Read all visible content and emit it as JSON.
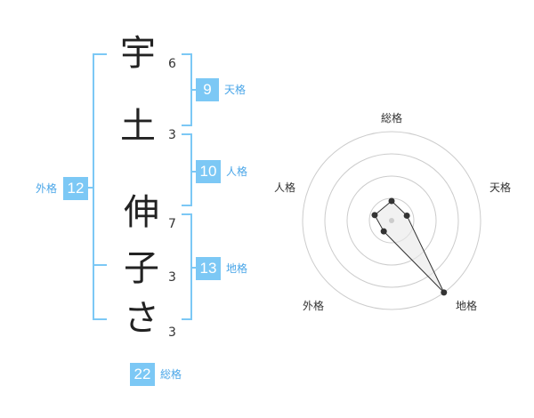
{
  "name": {
    "chars": [
      {
        "char": "宇",
        "strokes": "6"
      },
      {
        "char": "土",
        "strokes": "3"
      },
      {
        "char": "伸",
        "strokes": "7"
      },
      {
        "char": "子",
        "strokes": "3"
      },
      {
        "char": "さ",
        "strokes": "3"
      }
    ]
  },
  "kakusu": {
    "tenkaku": {
      "value": "9",
      "label": "天格"
    },
    "jinkaku": {
      "value": "10",
      "label": "人格"
    },
    "chikaku": {
      "value": "13",
      "label": "地格"
    },
    "gaikaku": {
      "value": "12",
      "label": "外格"
    },
    "soukaku": {
      "value": "22",
      "label": "総格"
    }
  },
  "chart_data": {
    "type": "radar",
    "axes": [
      "総格",
      "天格",
      "地格",
      "外格",
      "人格"
    ],
    "values": [
      0.22,
      0.18,
      1.0,
      0.15,
      0.2
    ],
    "rings": 4,
    "colors": {
      "accent": "#7cc8f5",
      "line": "#333333",
      "ring": "#cccccc",
      "fill": "#e8e8e8"
    }
  }
}
